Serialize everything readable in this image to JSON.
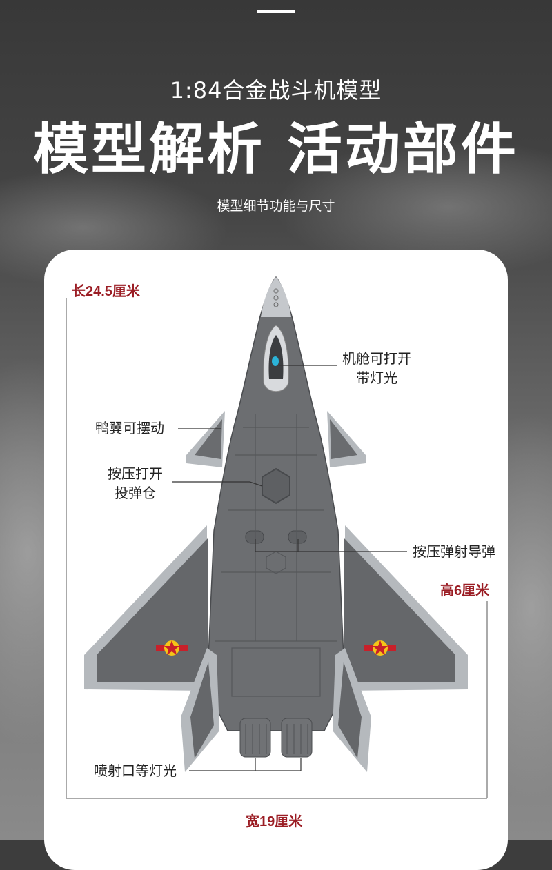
{
  "header": {
    "kicker": "1:84合金战斗机模型",
    "headline": "模型解析 活动部件",
    "subline": "模型细节功能与尺寸"
  },
  "dimensions": {
    "length": "长24.5厘米",
    "height": "高6厘米",
    "width": "宽19厘米"
  },
  "callouts": {
    "canopy": [
      "机舱可打开",
      "带灯光"
    ],
    "canard": "鸭翼可摆动",
    "bay": [
      "按压打开",
      "投弹仓"
    ],
    "missile": "按压弹射导弹",
    "nozzle": "喷射口等灯光"
  },
  "colors": {
    "accent_red": "#9b1d24",
    "fuselage": "#65676a",
    "wing_edge": "#b8bcc0"
  }
}
